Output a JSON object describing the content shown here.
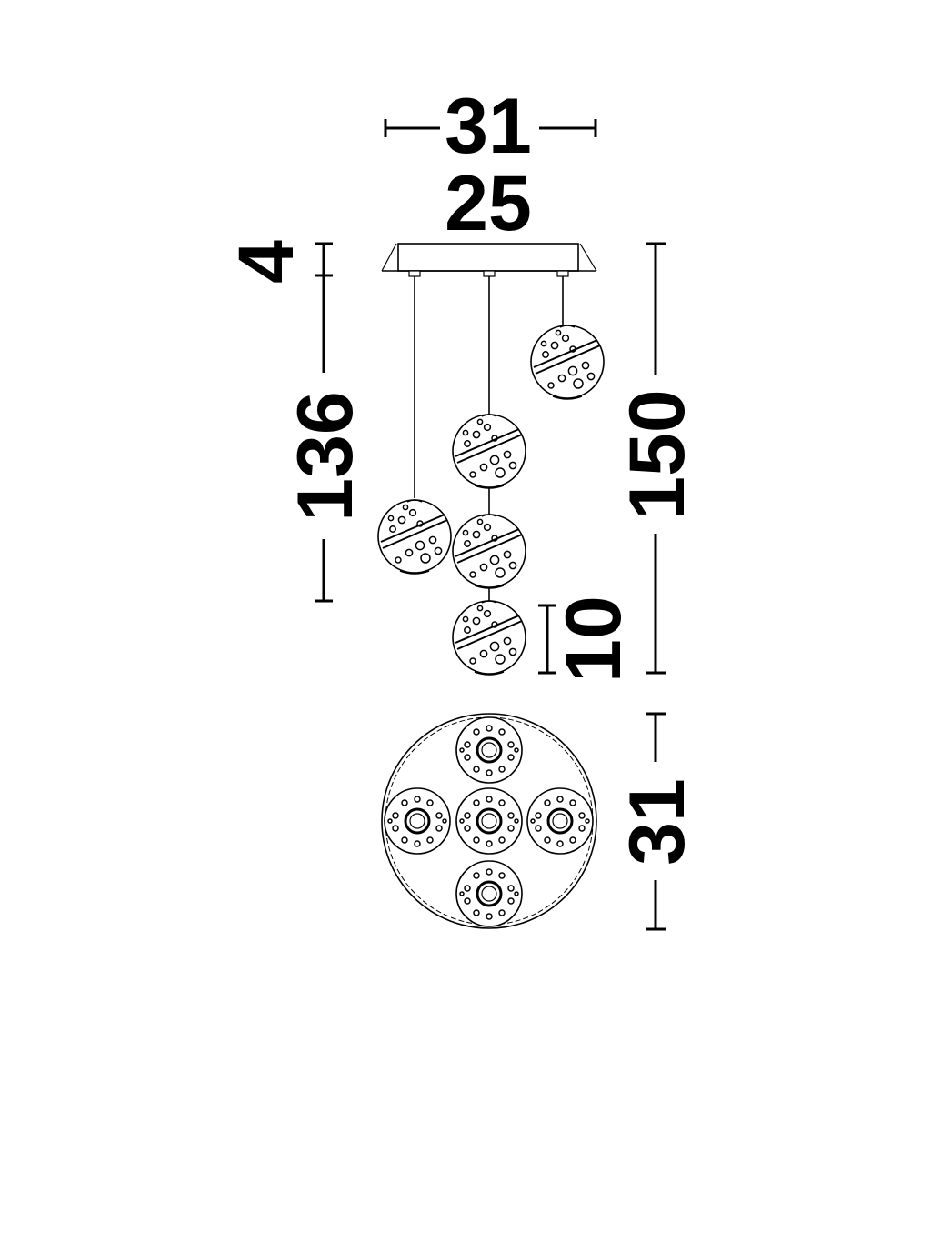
{
  "dimensions": {
    "canopy_outer_width": "31",
    "canopy_inner_width": "25",
    "canopy_height": "4",
    "cable_length": "136",
    "total_height": "150",
    "globe_diameter": "10",
    "plan_diameter": "31"
  },
  "colors": {
    "ink": "#000000",
    "background": "#ffffff"
  },
  "icons": {
    "globe": "bubble-glass-globe",
    "plan_globe": "bubble-glass-globe-top-view"
  }
}
